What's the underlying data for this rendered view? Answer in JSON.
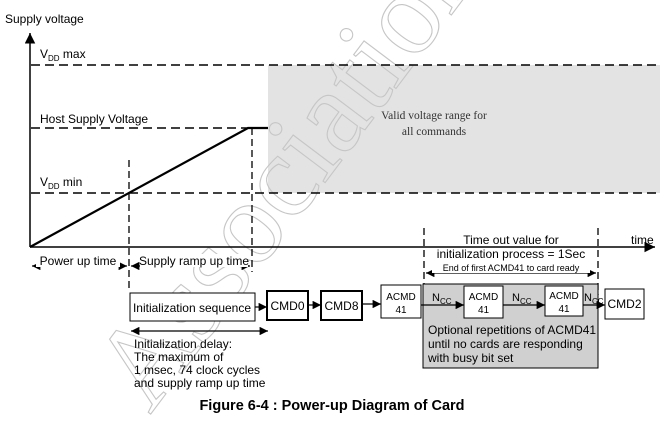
{
  "axis": {
    "y_label": "Supply voltage",
    "x_label": "time"
  },
  "levels": {
    "vdd_max": "V",
    "vdd_max_sub": "DD",
    "vdd_max_suffix": " max",
    "host_supply": "Host Supply Voltage",
    "vdd_min": "V",
    "vdd_min_sub": "DD",
    "vdd_min_suffix": " min"
  },
  "valid_range": {
    "line1": "Valid voltage range for",
    "line2": "all commands"
  },
  "intervals": {
    "power_up": "Power up time",
    "supply_ramp": "Supply ramp up time",
    "timeout_line1": "Time out value for",
    "timeout_line2": "initialization process = 1Sec",
    "timeout_line3": "End of first ACMD41 to card ready"
  },
  "sequence": {
    "init_seq": "Initialization sequence",
    "cmd0": "CMD0",
    "cmd8": "CMD8",
    "acmd41_a1": "ACMD",
    "acmd41_a2": "41",
    "acmd41_b1": "ACMD",
    "acmd41_b2": "41",
    "acmd41_c1": "ACMD",
    "acmd41_c2": "41",
    "cmd2": "CMD2",
    "ncc": "N",
    "ncc_sub": "CC"
  },
  "notes": {
    "init_delay": [
      "Initialization delay:",
      "The maximum of",
      "1 msec, 74 clock cycles",
      "and supply ramp up time"
    ],
    "optional": [
      "Optional repetitions of ACMD41",
      "until no cards are responding",
      "with busy bit set"
    ]
  },
  "watermark": "Association",
  "caption": "Figure 6-4 : Power-up Diagram of Card",
  "colors": {
    "valid_region": "#e3e3e3",
    "optional_box": "#d0d0d0",
    "watermark": "#c6c6c6"
  }
}
